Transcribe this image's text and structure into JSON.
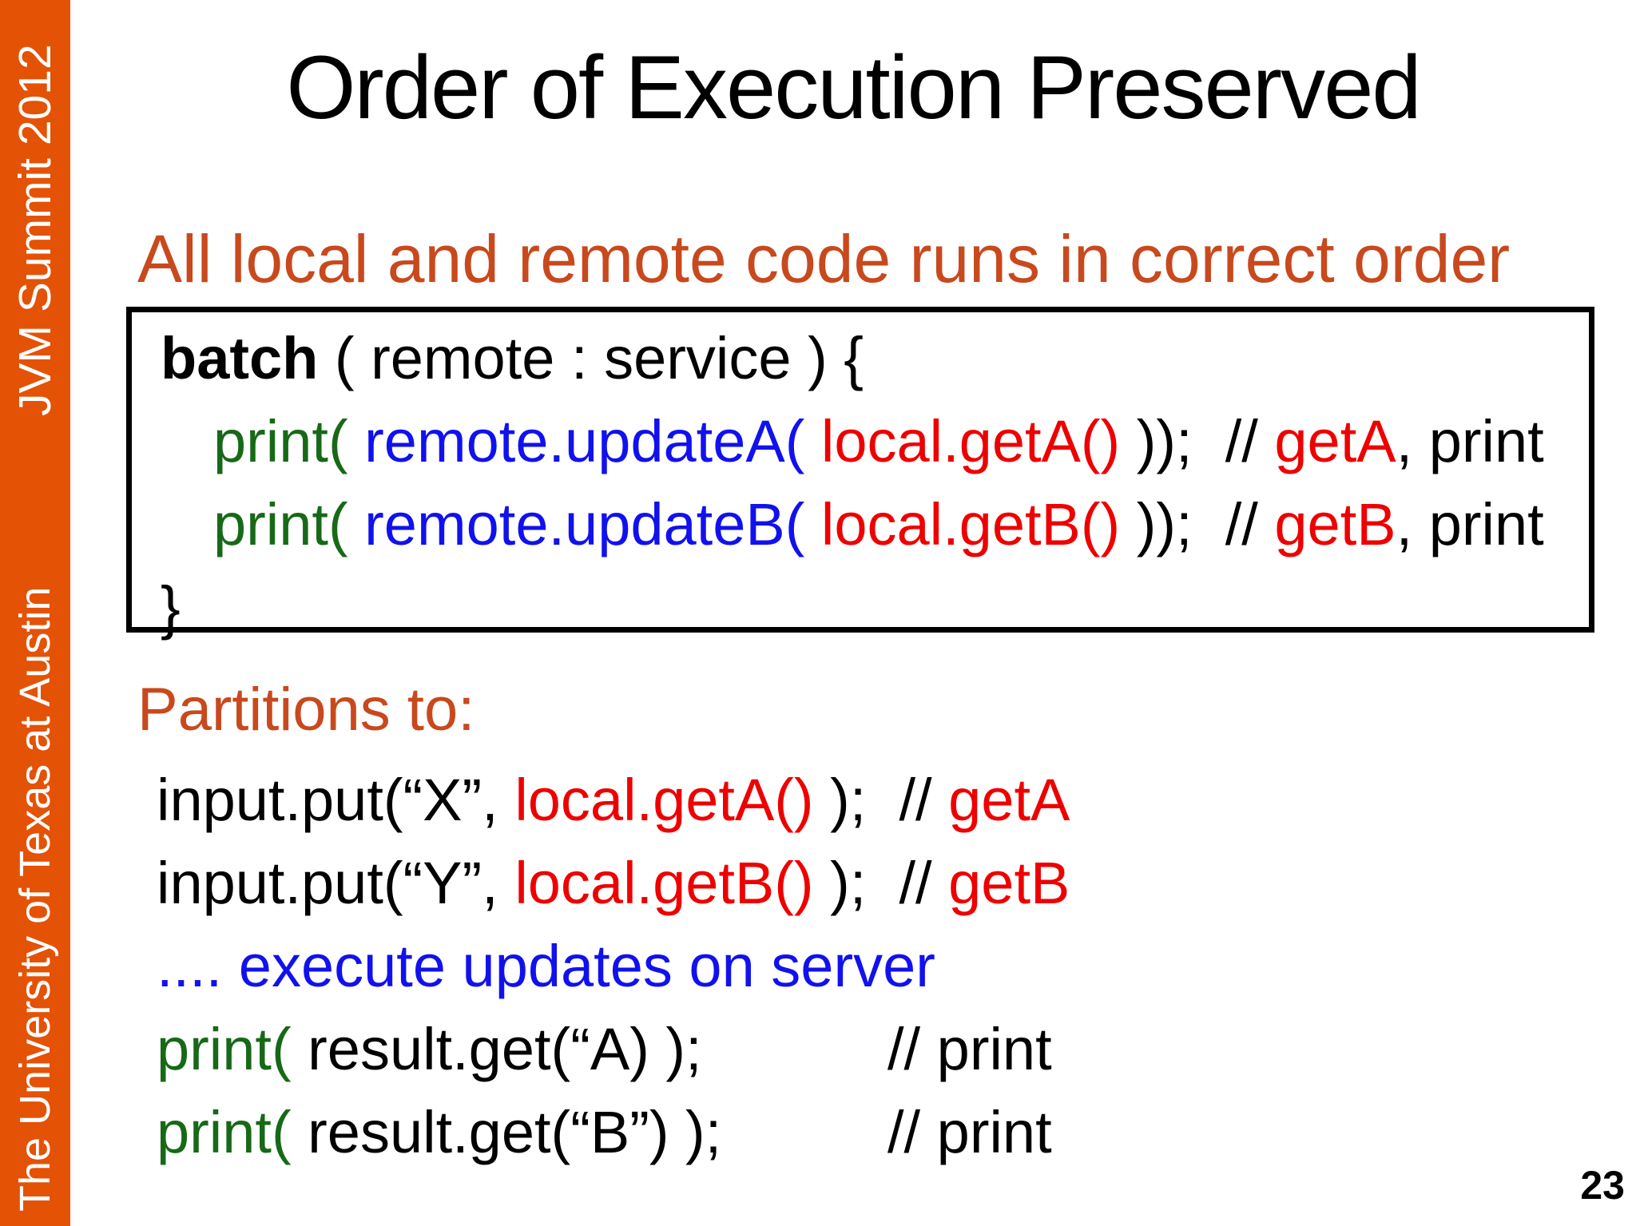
{
  "slide": {
    "title": "Order of Execution Preserved",
    "subtitle": "All local and remote code runs in correct order",
    "partitions_label": "Partitions to:",
    "page_number": "23"
  },
  "sidebar": {
    "top_text": "JVM Summit 2012",
    "bottom_text": "The University of Texas at Austin"
  },
  "colors": {
    "sidebar_orange": "#E45206",
    "heading_orange": "#C8491D",
    "code_green": "#176917",
    "code_blue": "#1111EE",
    "code_red": "#EE0000",
    "code_black": "#000000"
  },
  "box_code": {
    "line1": {
      "keyword": "batch",
      "rest": " ( remote : service ) {"
    },
    "line2": {
      "fn": "print(",
      "remote_call": " remote.updateA(",
      "local_call": " local.getA()",
      "mid": " ));  // ",
      "comment_red": "getA",
      "comment_tail": ", print"
    },
    "line3": {
      "fn": "print(",
      "remote_call": " remote.updateB(",
      "local_call": " local.getB()",
      "mid": " ));  // ",
      "comment_red": "getB",
      "comment_tail": ", print"
    },
    "line4": {
      "brace": "}"
    }
  },
  "partition_code": {
    "line1": {
      "pre": "input.put(“X”, ",
      "red": "local.getA()",
      "mid": " );  // ",
      "comment": "getA"
    },
    "line2": {
      "pre": "input.put(“Y”, ",
      "red": "local.getB()",
      "mid": " );  // ",
      "comment": "getB"
    },
    "line3": {
      "text": ".... execute updates on server"
    },
    "line4": {
      "fn": "print(",
      "rest": " result.get(“A) );",
      "comment": "// print"
    },
    "line5": {
      "fn": "print(",
      "rest": " result.get(“B”) );",
      "comment": "// print"
    }
  }
}
